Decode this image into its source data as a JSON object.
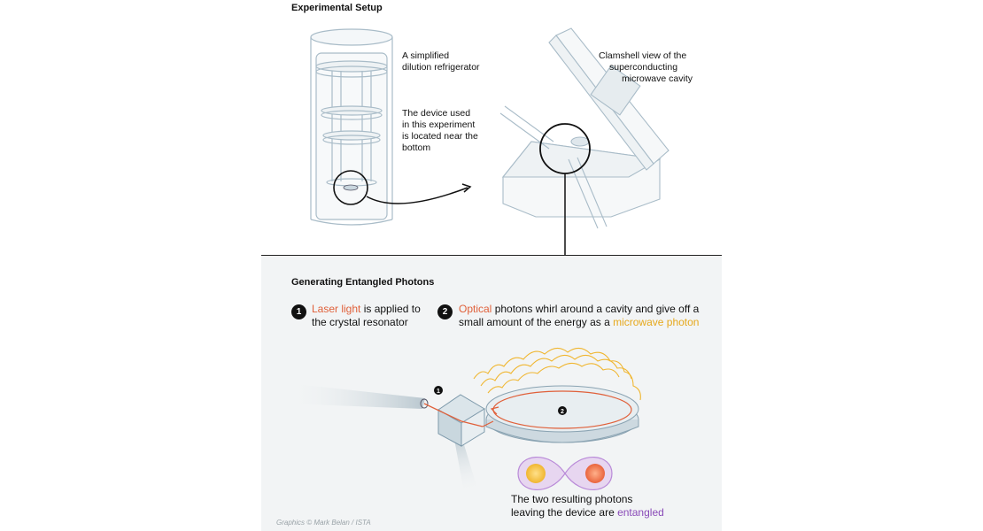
{
  "top": {
    "title": "Experimental Setup",
    "fridge_label_1": "A simplified",
    "fridge_label_2": "dilution refrigerator",
    "device_label_1": "The device used",
    "device_label_2": "in this experiment",
    "device_label_3": "is located near the",
    "device_label_4": "bottom",
    "cavity_label_1": "Clamshell view of the",
    "cavity_label_2": "superconducting",
    "cavity_label_3": "microwave cavity"
  },
  "bottom": {
    "title": "Generating Entangled Photons",
    "step1": {
      "badge": "1",
      "highlight": "Laser light",
      "rest1": " is applied to",
      "line2": "the crystal resonator"
    },
    "step2": {
      "badge": "2",
      "highlight": "Optical",
      "rest1": " photons whirl around a cavity and give off a",
      "line2a": "small amount of the energy as a ",
      "highlight2": "microwave photon"
    },
    "marker1": "1",
    "marker2": "2",
    "result_line1": "The two resulting photons",
    "result_line2a": "leaving the device are ",
    "result_highlight": "entangled",
    "credit": "Graphics © Mark Belan / ISTA"
  },
  "colors": {
    "laser": "#e0603a",
    "microwave": "#e6a81c",
    "entangled": "#8a4bb8",
    "line": "#9fb9c8",
    "panel": "#f2f4f5"
  }
}
